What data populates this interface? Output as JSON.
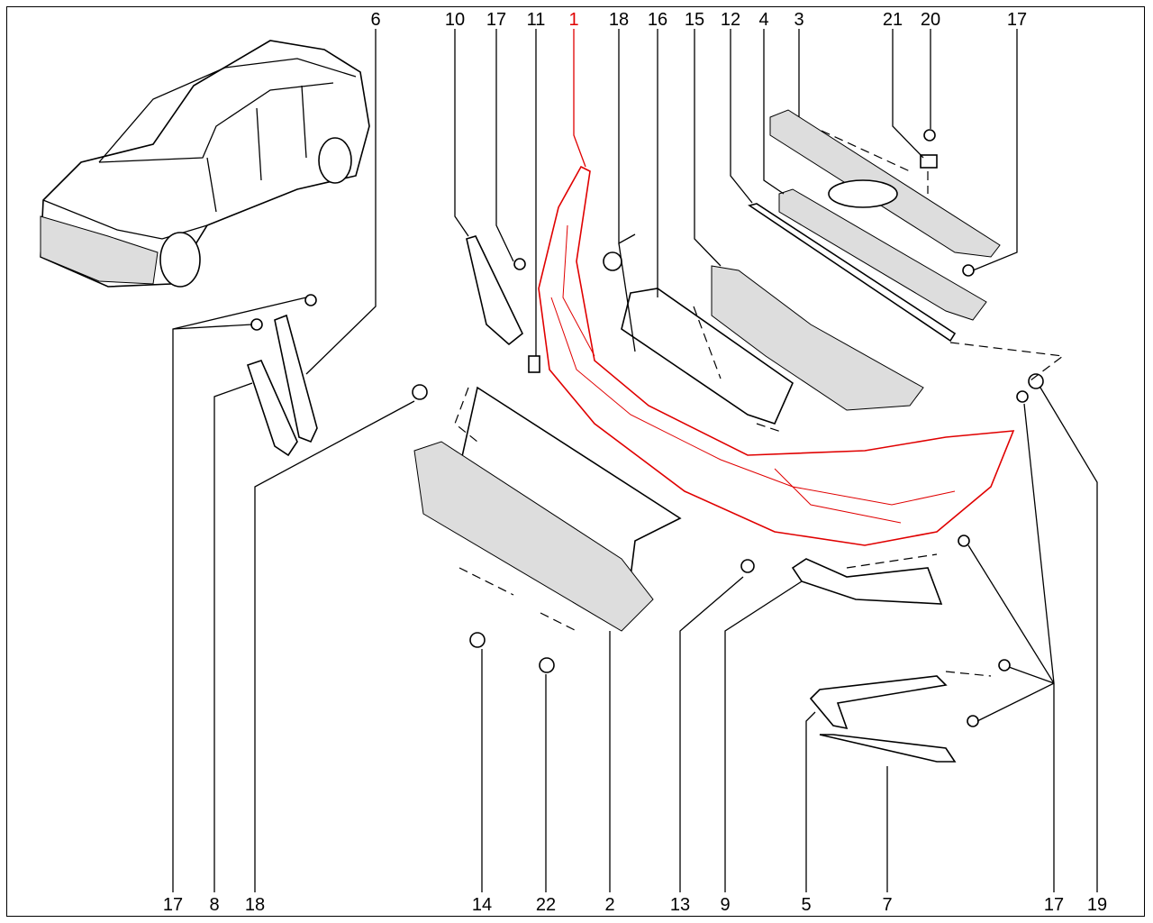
{
  "diagram": {
    "highlight_color": "#e00000",
    "callouts_top": [
      {
        "id": "6",
        "label": "6"
      },
      {
        "id": "10",
        "label": "10"
      },
      {
        "id": "17a",
        "label": "17"
      },
      {
        "id": "11",
        "label": "11"
      },
      {
        "id": "1",
        "label": "1",
        "highlighted": true
      },
      {
        "id": "18a",
        "label": "18"
      },
      {
        "id": "16",
        "label": "16"
      },
      {
        "id": "15",
        "label": "15"
      },
      {
        "id": "12",
        "label": "12"
      },
      {
        "id": "4",
        "label": "4"
      },
      {
        "id": "3",
        "label": "3"
      },
      {
        "id": "21",
        "label": "21"
      },
      {
        "id": "20",
        "label": "20"
      },
      {
        "id": "17b",
        "label": "17"
      }
    ],
    "callouts_bottom": [
      {
        "id": "17c",
        "label": "17"
      },
      {
        "id": "8",
        "label": "8"
      },
      {
        "id": "18b",
        "label": "18"
      },
      {
        "id": "14",
        "label": "14"
      },
      {
        "id": "22",
        "label": "22"
      },
      {
        "id": "2",
        "label": "2"
      },
      {
        "id": "13",
        "label": "13"
      },
      {
        "id": "9",
        "label": "9"
      },
      {
        "id": "5",
        "label": "5"
      },
      {
        "id": "7",
        "label": "7"
      },
      {
        "id": "17d",
        "label": "17"
      },
      {
        "id": "19",
        "label": "19"
      }
    ]
  }
}
